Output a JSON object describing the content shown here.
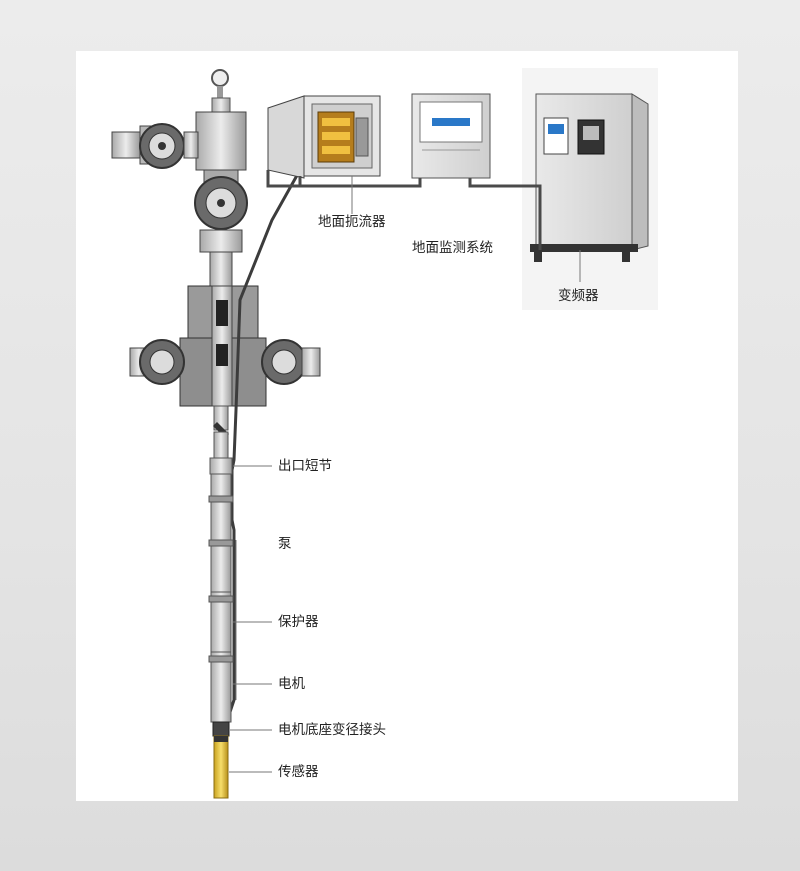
{
  "labels": {
    "surface_choke": "地面扼流器",
    "surface_monitor": "地面监测系统",
    "vfd": "变频器",
    "outlet_sub": "出口短节",
    "pump": "泵",
    "protector": "保护器",
    "motor": "电机",
    "motor_base_adapter": "电机底座变径接头",
    "sensor": "传感器"
  },
  "colors": {
    "panel": "#ffffff",
    "metal": "#c9c9c9",
    "line": "#555555",
    "sensor": "#e3c23a",
    "screen": "#2a78c8"
  }
}
